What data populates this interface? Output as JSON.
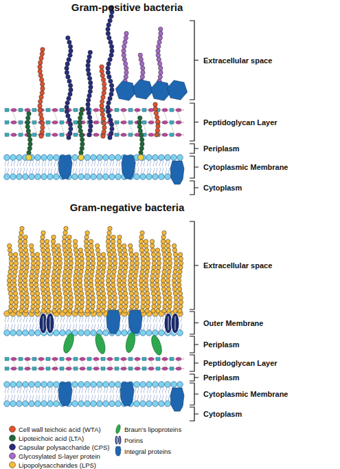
{
  "diagram": {
    "labels": [
      "Gram-positive bacteria",
      "Extracellular space",
      "Peptidoglycan Layer",
      "Periplasm",
      "Cytoplasmic Membrane",
      "Cytoplasm",
      "Gram-negative bacteria",
      "Extracellular space",
      "Outer Membrane",
      "Periplasm",
      "Peptidoglycan Layer",
      "Periplasm",
      "Cytoplasmic Membrane",
      "Cytoplasm"
    ],
    "legend": [
      {
        "text": "Cell wall teichoic acid (WTA)",
        "color": "#E0532F"
      },
      {
        "text": "Lipoteichoic acid (LTA)",
        "color": "#1D6A38"
      },
      {
        "text": "Capsular polysaccharide (CPS)",
        "color": "#262D7D"
      },
      {
        "text": "Glycosylated S-layer protein",
        "color": "#A56BC6"
      },
      {
        "text": "Lipopolysaccharides (LPS)",
        "color": "#F6B93B"
      },
      {
        "text": "Braun's lipoproteins"
      },
      {
        "text": "Porins"
      },
      {
        "text": "Integral proteins"
      }
    ]
  }
}
